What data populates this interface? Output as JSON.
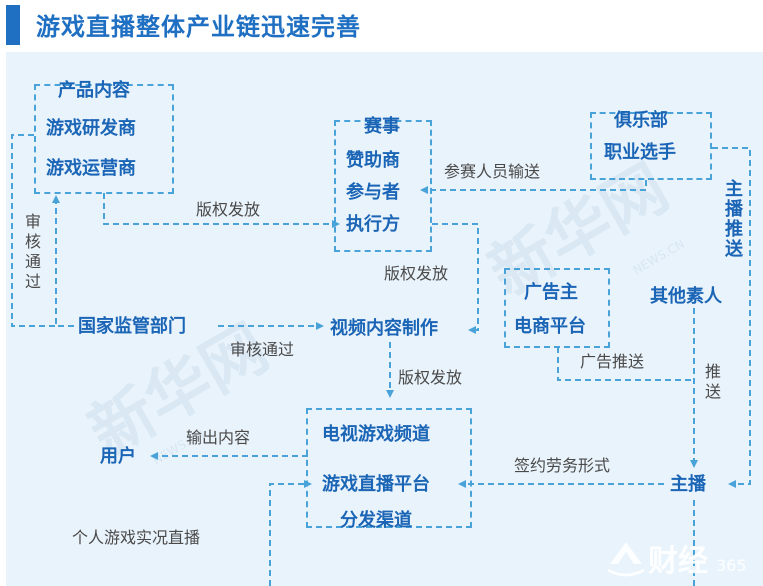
{
  "header": {
    "title": "游戏直播整体产业链迅速完善",
    "accent_color": "#1f6fc2"
  },
  "nodes": {
    "product_content": "产品内容",
    "game_developer": "游戏研发商",
    "game_operator": "游戏运营商",
    "esports_event": "赛事",
    "sponsor": "赞助商",
    "participant": "参与者",
    "executor": "执行方",
    "club": "俱乐部",
    "pro_player": "职业选手",
    "advertiser": "广告主",
    "ecommerce": "电商平台",
    "other_talent": "其他素人",
    "regulator": "国家监管部门",
    "video_production": "视频内容制作",
    "tv_game_channel": "电视游戏频道",
    "live_platform": "游戏直播平台",
    "distribution": "分发渠道",
    "user": "用户",
    "streamer": "主播"
  },
  "labels": {
    "copyright_release_1": "版权发放",
    "copyright_release_2": "版权发放",
    "copyright_release_3": "版权发放",
    "participant_supply": "参赛人员输送",
    "review_pass_vertical": "审核通过",
    "review_pass": "审核通过",
    "ad_push": "广告推送",
    "streamer_push_vertical": "主播推送",
    "push_vertical": "推送",
    "output_content": "输出内容",
    "contract_labor": "签约劳务形式",
    "personal_live": "个人游戏实况直播"
  },
  "watermark": {
    "brand": "新华网",
    "domain": "NEWS.CN"
  },
  "logo": {
    "brand": "财经",
    "number": "365"
  },
  "colors": {
    "line": "#49a3d8",
    "node_text": "#1b65b6",
    "panel_bg": "#e9f3fb"
  }
}
